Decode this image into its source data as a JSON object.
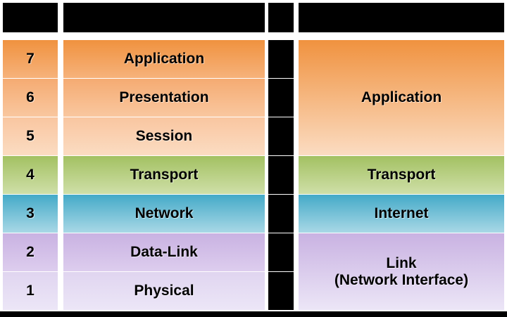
{
  "table": {
    "header": {
      "redacted": true,
      "cells": [
        {
          "name": "header-cell-layer-number",
          "label": ""
        },
        {
          "name": "header-cell-osi-layer-name",
          "label": ""
        },
        {
          "name": "header-cell-middle",
          "label": ""
        },
        {
          "name": "header-cell-tcpip-layer-name",
          "label": ""
        }
      ]
    },
    "osi_layers": [
      {
        "number": "7",
        "name": "Application",
        "color": "#f0923f"
      },
      {
        "number": "6",
        "name": "Presentation",
        "color": "#f5ab72"
      },
      {
        "number": "5",
        "name": "Session",
        "color": "#f9c6a0"
      },
      {
        "number": "4",
        "name": "Transport",
        "color": "#a3c162"
      },
      {
        "number": "3",
        "name": "Network",
        "color": "#44aac8"
      },
      {
        "number": "2",
        "name": "Data-Link",
        "color": "#c9b2e2"
      },
      {
        "number": "1",
        "name": "Physical",
        "color": "#e0d5f0"
      }
    ],
    "middle_column": {
      "redacted": true,
      "cell_count": 7
    },
    "tcpip_layers": [
      {
        "name": "Application",
        "spans": 3,
        "color": "#f0923f"
      },
      {
        "name": "Transport",
        "spans": 1,
        "color": "#a3c162"
      },
      {
        "name": "Internet",
        "spans": 1,
        "color": "#44aac8"
      },
      {
        "name": "Link\n(Network Interface)",
        "spans": 2,
        "color": "#c9b2e2"
      }
    ]
  }
}
